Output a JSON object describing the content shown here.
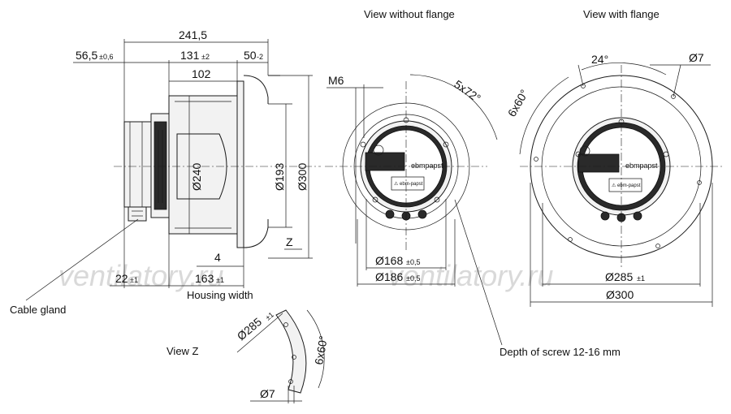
{
  "watermark": "ventilatory.ru",
  "views": {
    "without_flange": "View without flange",
    "with_flange": "View with flange",
    "view_z": "View Z"
  },
  "labels": {
    "cable_gland": "Cable gland",
    "housing_width": "Housing width",
    "depth_of_screw": "Depth of screw 12-16 mm",
    "brand": "ebmpapst",
    "section_marker": "Z"
  },
  "dimensions": {
    "overall_length": "241,5",
    "d56": "56,5",
    "d56_tol": "±0,6",
    "d131": "131",
    "d131_tol": "±2",
    "d50": "50",
    "d50_tol": "-2",
    "d102": "102",
    "dia240": "Ø240",
    "dia193": "Ø193",
    "dia300_side": "Ø300",
    "d4": "4",
    "d22": "22",
    "d22_tol": "±1",
    "d163": "163",
    "d163_tol": "±1",
    "m6": "M6",
    "angle_5x72": "5x72°",
    "dia168": "Ø168",
    "dia168_tol": "±0,5",
    "dia186": "Ø186",
    "dia186_tol": "±0,5",
    "angle_24": "24°",
    "dia7_top": "Ø7",
    "angle_6x60": "6x60°",
    "dia285": "Ø285",
    "dia285_tol": "±1",
    "dia300_front": "Ø300",
    "z_dia285": "Ø285",
    "z_dia285_tol": "±1",
    "z_angle_6x60": "6x60°",
    "z_dia7": "Ø7"
  }
}
